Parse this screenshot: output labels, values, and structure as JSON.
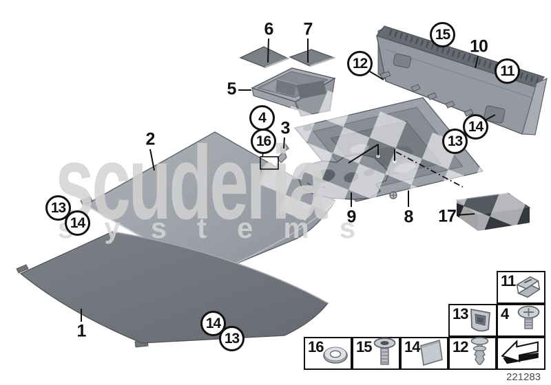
{
  "watermark": {
    "line1": "scuderia",
    "line2": "systems"
  },
  "part_number": "221283",
  "labels": {
    "1": "1",
    "2": "2",
    "3": "3",
    "4": "4",
    "5": "5",
    "6": "6",
    "7": "7",
    "8": "8",
    "9": "9",
    "10": "10",
    "11": "11",
    "12": "12",
    "13": "13",
    "14": "14",
    "15": "15",
    "16": "16",
    "17": "17"
  },
  "legend": {
    "icons": {
      "c11": "spring-clip",
      "c13": "grommet-clip",
      "c4": "pan-head-screw",
      "c16": "washer",
      "c15": "countersunk-screw",
      "c14": "adhesive-pad",
      "c12": "expanding-rivet",
      "last": "direction-arrow"
    }
  }
}
